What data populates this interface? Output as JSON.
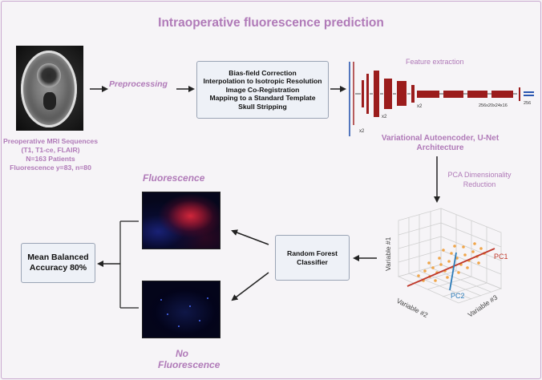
{
  "title": "Intraoperative fluorescence prediction",
  "mri": {
    "lines": [
      "Preoperative MRI Sequences",
      "(T1, T1-ce, FLAIR)",
      "N=163 Patients",
      "Fluorescence y=83, n=80"
    ]
  },
  "preprocessing_label": "Preprocessing",
  "preprocessing_steps": [
    "Bias-field Correction",
    "Interpolation to Isotropic Resolution",
    "Image Co-Registration",
    "Mapping to a Standard Template",
    "Skull Stripping"
  ],
  "network": {
    "feature_label": "Feature extraction",
    "x2_a": "x2",
    "x2_b": "x2",
    "x2_c": "x2",
    "dims": "256x20x24x16",
    "out": "256",
    "caption": "Variational Autoencoder, U-Net Architecture"
  },
  "pca_label": "PCA Dimensionality Reduction",
  "rf_label": "Random Forest Classifier",
  "accuracy_label": "Mean Balanced Accuracy 80%",
  "fluorescence_label": "Fluorescence",
  "no_fluorescence_label": "No Fluorescence",
  "chart_3d": {
    "pc1": "PC1",
    "pc2": "PC2",
    "axis1": "Variable #1",
    "axis2": "Variable #2",
    "axis3": "Variable #3"
  },
  "colors": {
    "accent": "#b07ab8",
    "network_block": "#9b1c1c",
    "pc1_line": "#c0392b",
    "pc2_line": "#2a7ab8",
    "points": "#f0a64a"
  }
}
